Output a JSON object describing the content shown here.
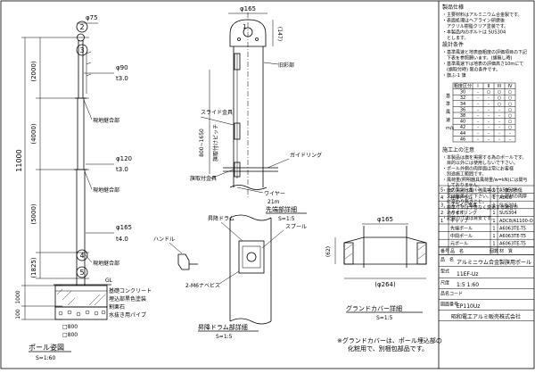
{
  "pole": {
    "d75": "φ75",
    "d90": "φ90",
    "t30a": "t3.0",
    "d120": "φ120",
    "t30b": "t3.0",
    "d165": "φ165",
    "t40": "t4.0",
    "seg2000": "(2000)",
    "seg4000": "(4000)",
    "seg5000": "(5000)",
    "seg1825": "(1825)",
    "total11000": "11000",
    "b100": "100",
    "b1000": "1000",
    "join1": "現地継合部",
    "join2": "現地継合部",
    "join3": "現地継合部",
    "gl": "GL",
    "base": "基礎コンクリート",
    "burycoat": "埋込部黒色塗装",
    "gravel": "割栗石",
    "drain": "水抜き用パイプ",
    "sq800a": "□800",
    "sq800b": "□800",
    "title": "ポール姿図",
    "scale": "S=1:60",
    "balloons": [
      "2",
      "3",
      "4",
      "5"
    ]
  },
  "top": {
    "d165": "φ165",
    "h147": "(147)",
    "cap": "旧彩部",
    "slide": "スライド金具",
    "pitch": "800~1650",
    "pitchNote": "旗取付けピッチ",
    "hook": "旗取付金具",
    "ring": "ガイドリング",
    "wire": "ワイヤー",
    "wireLen": "21m",
    "title": "先端部詳細",
    "scale": "S=1:5",
    "balloon": "1"
  },
  "drum": {
    "drum": "昇降ドラム",
    "spool": "スプール",
    "handle": "ハンドル",
    "bolt": "2-M6ナベビス",
    "title": "昇降ドラム部詳細",
    "scale": "S=1:5"
  },
  "cover": {
    "d165": "φ165",
    "h62": "(62)",
    "d264": "(φ264)",
    "title": "グランドカバー詳細",
    "scale": "S=1:5",
    "note1": "※グランドカバーは、ポール埋込部の",
    "note2": "化粧用で、別梱包部品です。"
  },
  "notes": {
    "head1": "製品仕様",
    "lines1": [
      "・主要材料はアルミニウム合金製です。",
      "・表面処理はヘアライン研磨後",
      "　アクリル樹脂クリア塗装です。",
      "・本製品内のボルトは SUS304",
      "　とします。"
    ],
    "head2": "設計条件",
    "lines2": [
      "・基準風速と地表面粗度の評価項目の下記",
      "　下表を参照願います。(旗無し時)",
      "・基準風速下は地表の評価高さ10mにて",
      "　(旗取付時) 限の条件です。",
      "・旗ふ-1 旗"
    ],
    "tableHead": [
      "粗度区分",
      "I",
      "II",
      "III",
      "IV"
    ],
    "tableRows": [
      [
        "30",
        "-",
        "○",
        "○",
        "○"
      ],
      [
        "32",
        "-",
        "-",
        "○",
        "○"
      ],
      [
        "34",
        "-",
        "-",
        "○",
        "○"
      ],
      [
        "36",
        "-",
        "-",
        "-",
        "○"
      ],
      [
        "38",
        "-",
        "-",
        "-",
        "○"
      ],
      [
        "40",
        "-",
        "-",
        "-",
        "○"
      ],
      [
        "42",
        "-",
        "-",
        "-",
        "○"
      ],
      [
        "44",
        "-",
        "-",
        "-",
        "-"
      ],
      [
        "46",
        "-",
        "-",
        "-",
        "-"
      ]
    ],
    "windLabel": [
      "基",
      "準",
      "風",
      "速",
      "m/s"
    ],
    "head3": "施工上の注意",
    "lines3": [
      "・本製品は旗を掲揚する為のポールです。",
      "　目的以外には使用しないで下さい。",
      "・ポール外側の肉厚面は常にお客様",
      "　別途施工範囲です。",
      "・風荷重(照明器具風荷重/w=kN)には関与",
      "　しておりません。",
      "・旗の掲揚は風・強風等のて、旗が損傷",
      "　又は強風ので下さい。ポール部材の肉厚",
      "　に変わり無きこと。",
      "・標準寸法は予告なく変更する場合が",
      "　あります。",
      "・記載の寸法は目安です。"
    ],
    "head4": "変　訂"
  },
  "parts": {
    "rows": [
      [
        "5",
        "グランドカバー",
        "1",
        "A5052P"
      ],
      [
        "4",
        "昇降ドラム",
        "1",
        "ADC6"
      ],
      [
        "3",
        "スライド金具",
        "1",
        "SUS304"
      ],
      [
        "2",
        "ガイドリング",
        "1",
        "SUS304"
      ],
      [
        "1",
        "キャップ",
        "1",
        "ADC8/A1100-O"
      ],
      [
        "",
        "先端ポール",
        "1",
        "A6063TE-T5"
      ],
      [
        "",
        "中間ポール",
        "1",
        "A6063TE-T5"
      ],
      [
        "",
        "元ポール",
        "1",
        "A6063TE-T5"
      ]
    ],
    "colHead": [
      "番号",
      "品　名",
      "個数",
      "材　質"
    ],
    "product": "アルミニウム合金製旗用ポール",
    "typeLabel": "型式",
    "type": "11EF-Uz",
    "scaleLabel": "尺度",
    "scale": "1:5  1:60",
    "codeLabel": "品名コード",
    "drawLabel": "図面番号",
    "drawing": "EP110Uz",
    "company": "昭和電工アルミ販売株式会社",
    "name": "品　名"
  }
}
